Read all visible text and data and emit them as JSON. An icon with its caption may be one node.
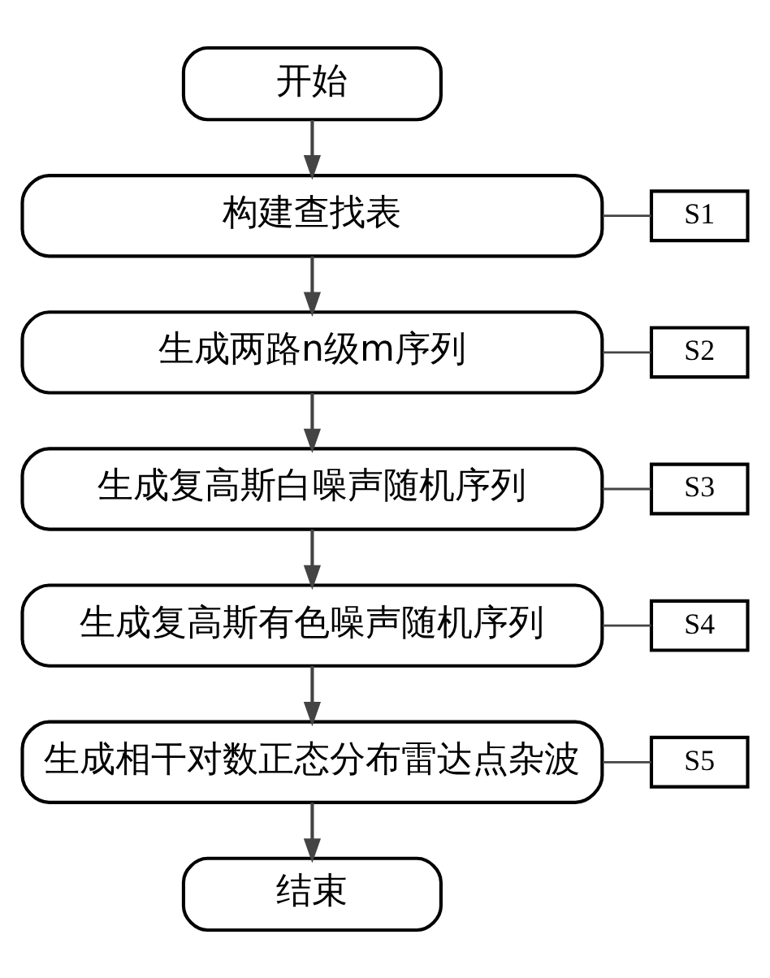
{
  "diagram": {
    "nodes": [
      {
        "text": [
          "开始"
        ]
      },
      {
        "text": [
          "S1"
        ]
      },
      {
        "text": [
          "构建查找表"
        ]
      },
      {
        "text": [
          "S2"
        ]
      },
      {
        "text": [
          "生成两路n级m序列"
        ]
      },
      {
        "text": [
          "S3"
        ]
      },
      {
        "text": [
          "生成复高斯白噪声随机序列"
        ]
      },
      {
        "text": [
          "S4"
        ]
      },
      {
        "text": [
          "生成复高斯有色噪声随机序列"
        ]
      },
      {
        "text": [
          "S5"
        ]
      },
      {
        "text": [
          "生成相干对数正态分布雷达点杂波"
        ]
      },
      {
        "text": [
          "结束"
        ]
      }
    ],
    "edges": [
      {
        "from": 0,
        "to": 2,
        "arrow": "to"
      },
      {
        "from": 1,
        "to": 2,
        "arrow": "none"
      },
      {
        "from": 2,
        "to": 4,
        "arrow": "to"
      },
      {
        "from": 3,
        "to": 4,
        "arrow": "none"
      },
      {
        "from": 4,
        "to": 6,
        "arrow": "to"
      },
      {
        "from": 5,
        "to": 6,
        "arrow": "none"
      },
      {
        "from": 6,
        "to": 8,
        "arrow": "to"
      },
      {
        "from": 7,
        "to": 8,
        "arrow": "none"
      },
      {
        "from": 8,
        "to": 10,
        "arrow": "to"
      },
      {
        "from": 9,
        "to": 10,
        "arrow": "none"
      },
      {
        "from": 10,
        "to": 11,
        "arrow": "to"
      }
    ]
  }
}
